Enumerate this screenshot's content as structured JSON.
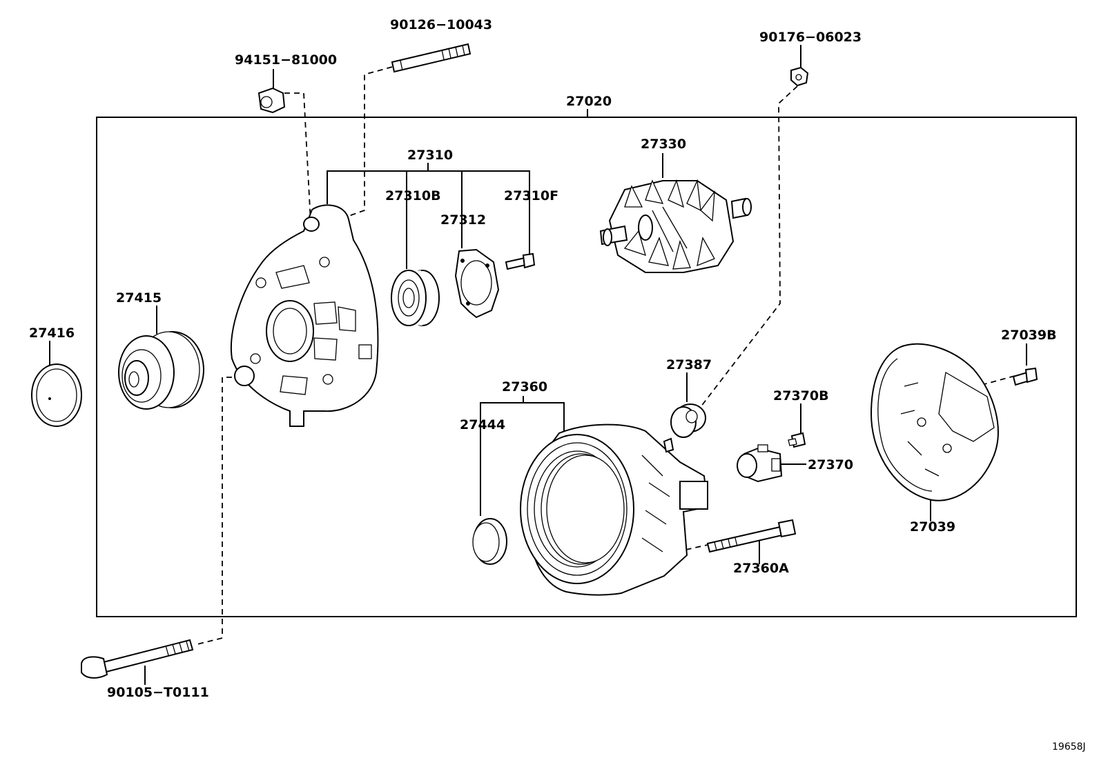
{
  "labels": {
    "p27020": "27020",
    "p27310": "27310",
    "p27310B": "27310B",
    "p27312": "27312",
    "p27310F": "27310F",
    "p27330": "27330",
    "p27415": "27415",
    "p27416": "27416",
    "p27360": "27360",
    "p27444": "27444",
    "p27387": "27387",
    "p27370B": "27370B",
    "p27370": "27370",
    "p27360A": "27360A",
    "p27039B": "27039B",
    "p27039": "27039",
    "p94151_81000": "94151−81000",
    "p90126_10043": "90126−10043",
    "p90176_06023": "90176−06023",
    "p90105_T0111": "90105−T0111"
  },
  "figure_id": "19658J"
}
